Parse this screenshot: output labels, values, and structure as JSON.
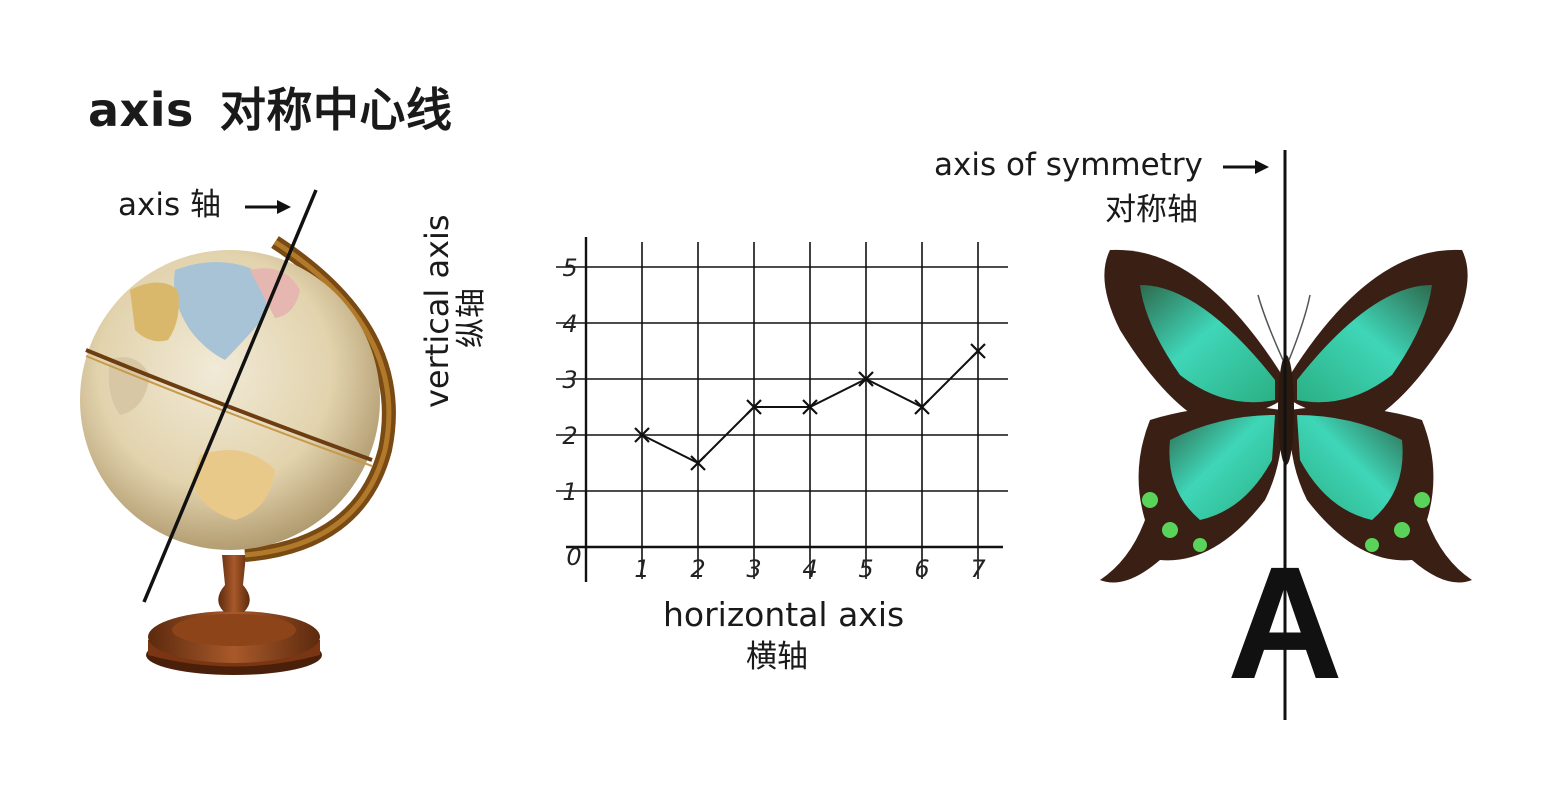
{
  "title": {
    "en": "axis",
    "zh": "对称中心线"
  },
  "globe": {
    "label": "axis 轴"
  },
  "graph": {
    "vertical_axis_en": "vertical axis",
    "vertical_axis_zh": "纵轴",
    "horizontal_axis_en": "horizontal axis",
    "horizontal_axis_zh": "横轴",
    "x_ticks": [
      "1",
      "2",
      "3",
      "4",
      "5",
      "6",
      "7"
    ],
    "y_ticks": [
      "1",
      "2",
      "3",
      "4",
      "5"
    ],
    "origin_label": "0"
  },
  "chart_data": {
    "type": "line",
    "x": [
      1,
      2,
      3,
      4,
      5,
      6,
      7
    ],
    "series": [
      {
        "values": [
          2,
          1.5,
          2.5,
          2.5,
          3,
          2.5,
          3.5
        ]
      }
    ],
    "xlim": [
      0,
      7
    ],
    "ylim": [
      0,
      5
    ],
    "grid": true
  },
  "symmetry": {
    "label_en": "axis of symmetry",
    "label_zh": "对称轴",
    "letter": "A"
  },
  "colors": {
    "text": "#1a1a1a",
    "butterfly_green": "#35c98f",
    "butterfly_dark": "#3a1f14",
    "globe_wood": "#8b4a1f"
  }
}
